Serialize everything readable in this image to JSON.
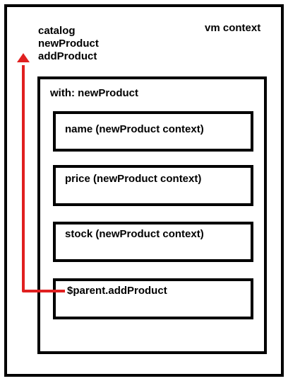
{
  "vm_context": {
    "label": "vm context",
    "members": [
      "catalog",
      "newProduct",
      "addProduct"
    ]
  },
  "with_context": {
    "label": "with: newProduct",
    "bindings": [
      "name (newProduct context)",
      "price (newProduct context)",
      "stock (newProduct context)",
      "$parent.addProduct"
    ]
  },
  "colors": {
    "border": "#000000",
    "arrow": "#e02020",
    "background": "#ffffff"
  }
}
